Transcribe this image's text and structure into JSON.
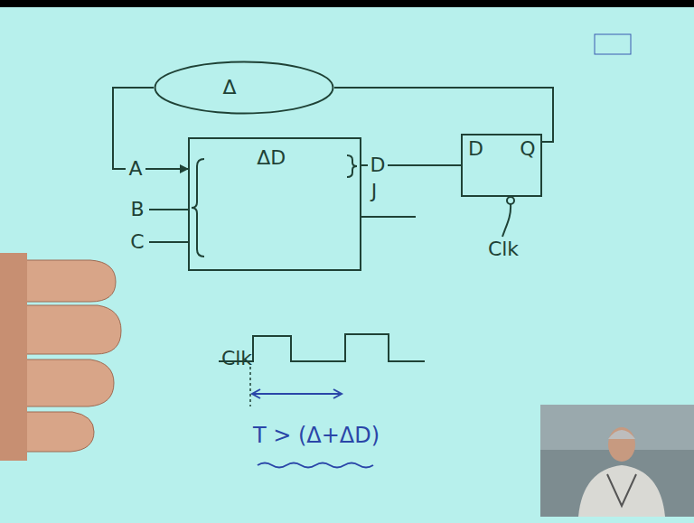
{
  "diagram": {
    "nodes": [
      {
        "text": [
          "Δ"
        ]
      },
      {
        "text": [
          "ΔD"
        ]
      },
      {
        "text": [
          "D",
          "Q"
        ]
      }
    ],
    "edges": [
      {
        "from": 2,
        "to": 0,
        "arrow": "none"
      },
      {
        "from": 0,
        "to": 1,
        "arrow": "to"
      },
      {
        "from": 1,
        "to": 2,
        "arrow": "none"
      }
    ],
    "labels": [
      "A",
      "B",
      "C",
      "D",
      "J",
      "Clk",
      "Clk",
      "T > (Δ+ΔD)"
    ]
  }
}
